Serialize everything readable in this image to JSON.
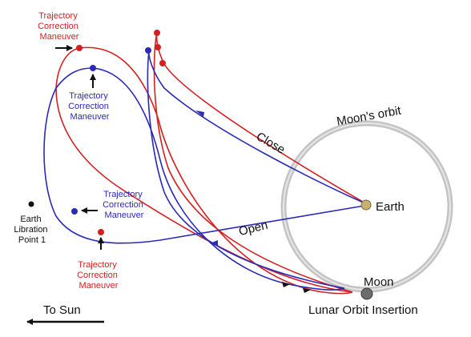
{
  "labels": {
    "tcm_text": "Trajectory Correction Maneuver",
    "tcm_line1": "Trajectory",
    "tcm_line2": "Correction",
    "tcm_line3": "Maneuver",
    "moons_orbit": "Moon's orbit",
    "earth": "Earth",
    "moon": "Moon",
    "close": "Close",
    "open": "Open",
    "l1_line1": "Earth",
    "l1_line2": "Libration",
    "l1_line3": "Point 1",
    "lunar_orbit_insertion": "Lunar Orbit Insertion",
    "to_sun": "To Sun"
  },
  "colors": {
    "red_trajectory": "#d42020",
    "blue_trajectory": "#2a2ab8",
    "orbit_ring": "#c4c4c4",
    "earth": "#c8b070",
    "moon": "#6c6c6c"
  }
}
